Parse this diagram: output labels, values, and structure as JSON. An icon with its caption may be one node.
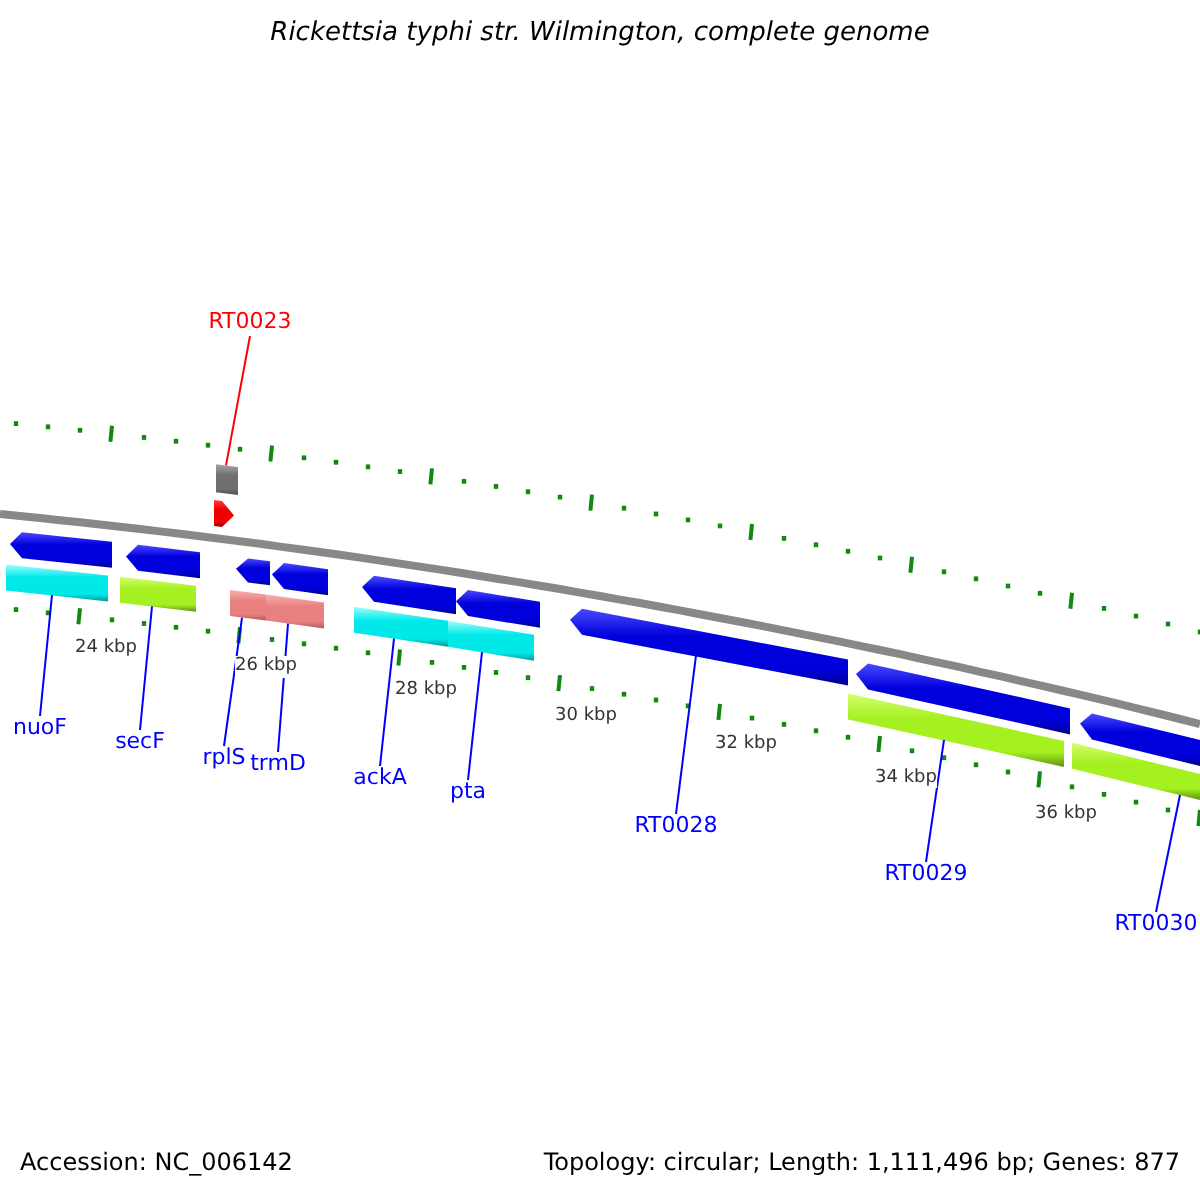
{
  "diagram": {
    "title": "Rickettsia typhi str. Wilmington, complete genome",
    "nodes": [
      {
        "text": [
          "RT0023"
        ]
      },
      {
        "text": [
          "nuoF"
        ]
      },
      {
        "text": [
          "secF"
        ]
      },
      {
        "text": [
          "rplS"
        ]
      },
      {
        "text": [
          "trmD"
        ]
      },
      {
        "text": [
          "ackA"
        ]
      },
      {
        "text": [
          "pta"
        ]
      },
      {
        "text": [
          "RT0028"
        ]
      },
      {
        "text": [
          "RT0029"
        ]
      },
      {
        "text": [
          "RT0030"
        ]
      },
      {
        "text": [],
        "shape": "arrow"
      },
      {
        "text": [],
        "shape": "bar"
      },
      {
        "text": [],
        "shape": "arrow"
      },
      {
        "text": [],
        "shape": "bar"
      },
      {
        "text": [],
        "shape": "box"
      },
      {
        "text": [],
        "shape": "arrow"
      },
      {
        "text": [],
        "shape": "arrow"
      },
      {
        "text": [],
        "shape": "bar"
      },
      {
        "text": [],
        "shape": "arrow"
      },
      {
        "text": [],
        "shape": "bar"
      },
      {
        "text": [],
        "shape": "arrow"
      },
      {
        "text": [],
        "shape": "bar"
      },
      {
        "text": [],
        "shape": "arrow"
      },
      {
        "text": [],
        "shape": "bar"
      },
      {
        "text": [],
        "shape": "arrow"
      },
      {
        "text": [],
        "shape": "arrow"
      },
      {
        "text": [],
        "shape": "bar"
      },
      {
        "text": [],
        "shape": "arrow"
      },
      {
        "text": [],
        "shape": "bar"
      }
    ],
    "edges": [
      {
        "from": 0,
        "to": 14,
        "arrow": "none",
        "color": "#ff0000"
      },
      {
        "from": 1,
        "to": 11,
        "arrow": "none"
      },
      {
        "from": 2,
        "to": 13,
        "arrow": "none"
      },
      {
        "from": 3,
        "to": 17,
        "arrow": "none"
      },
      {
        "from": 4,
        "to": 19,
        "arrow": "none"
      },
      {
        "from": 5,
        "to": 21,
        "arrow": "none"
      },
      {
        "from": 6,
        "to": 23,
        "arrow": "none"
      },
      {
        "from": 7,
        "to": 24,
        "arrow": "none"
      },
      {
        "from": 8,
        "to": 26,
        "arrow": "none"
      },
      {
        "from": 9,
        "to": 28,
        "arrow": "none"
      }
    ],
    "labels": [
      "24 kbp",
      "26 kbp",
      "28 kbp",
      "30 kbp",
      "32 kbp",
      "34 kbp",
      "36 kbp",
      "Accession: NC_006142",
      "Topology: circular; Length: 1,111,496 bp; Genes: 877"
    ]
  }
}
